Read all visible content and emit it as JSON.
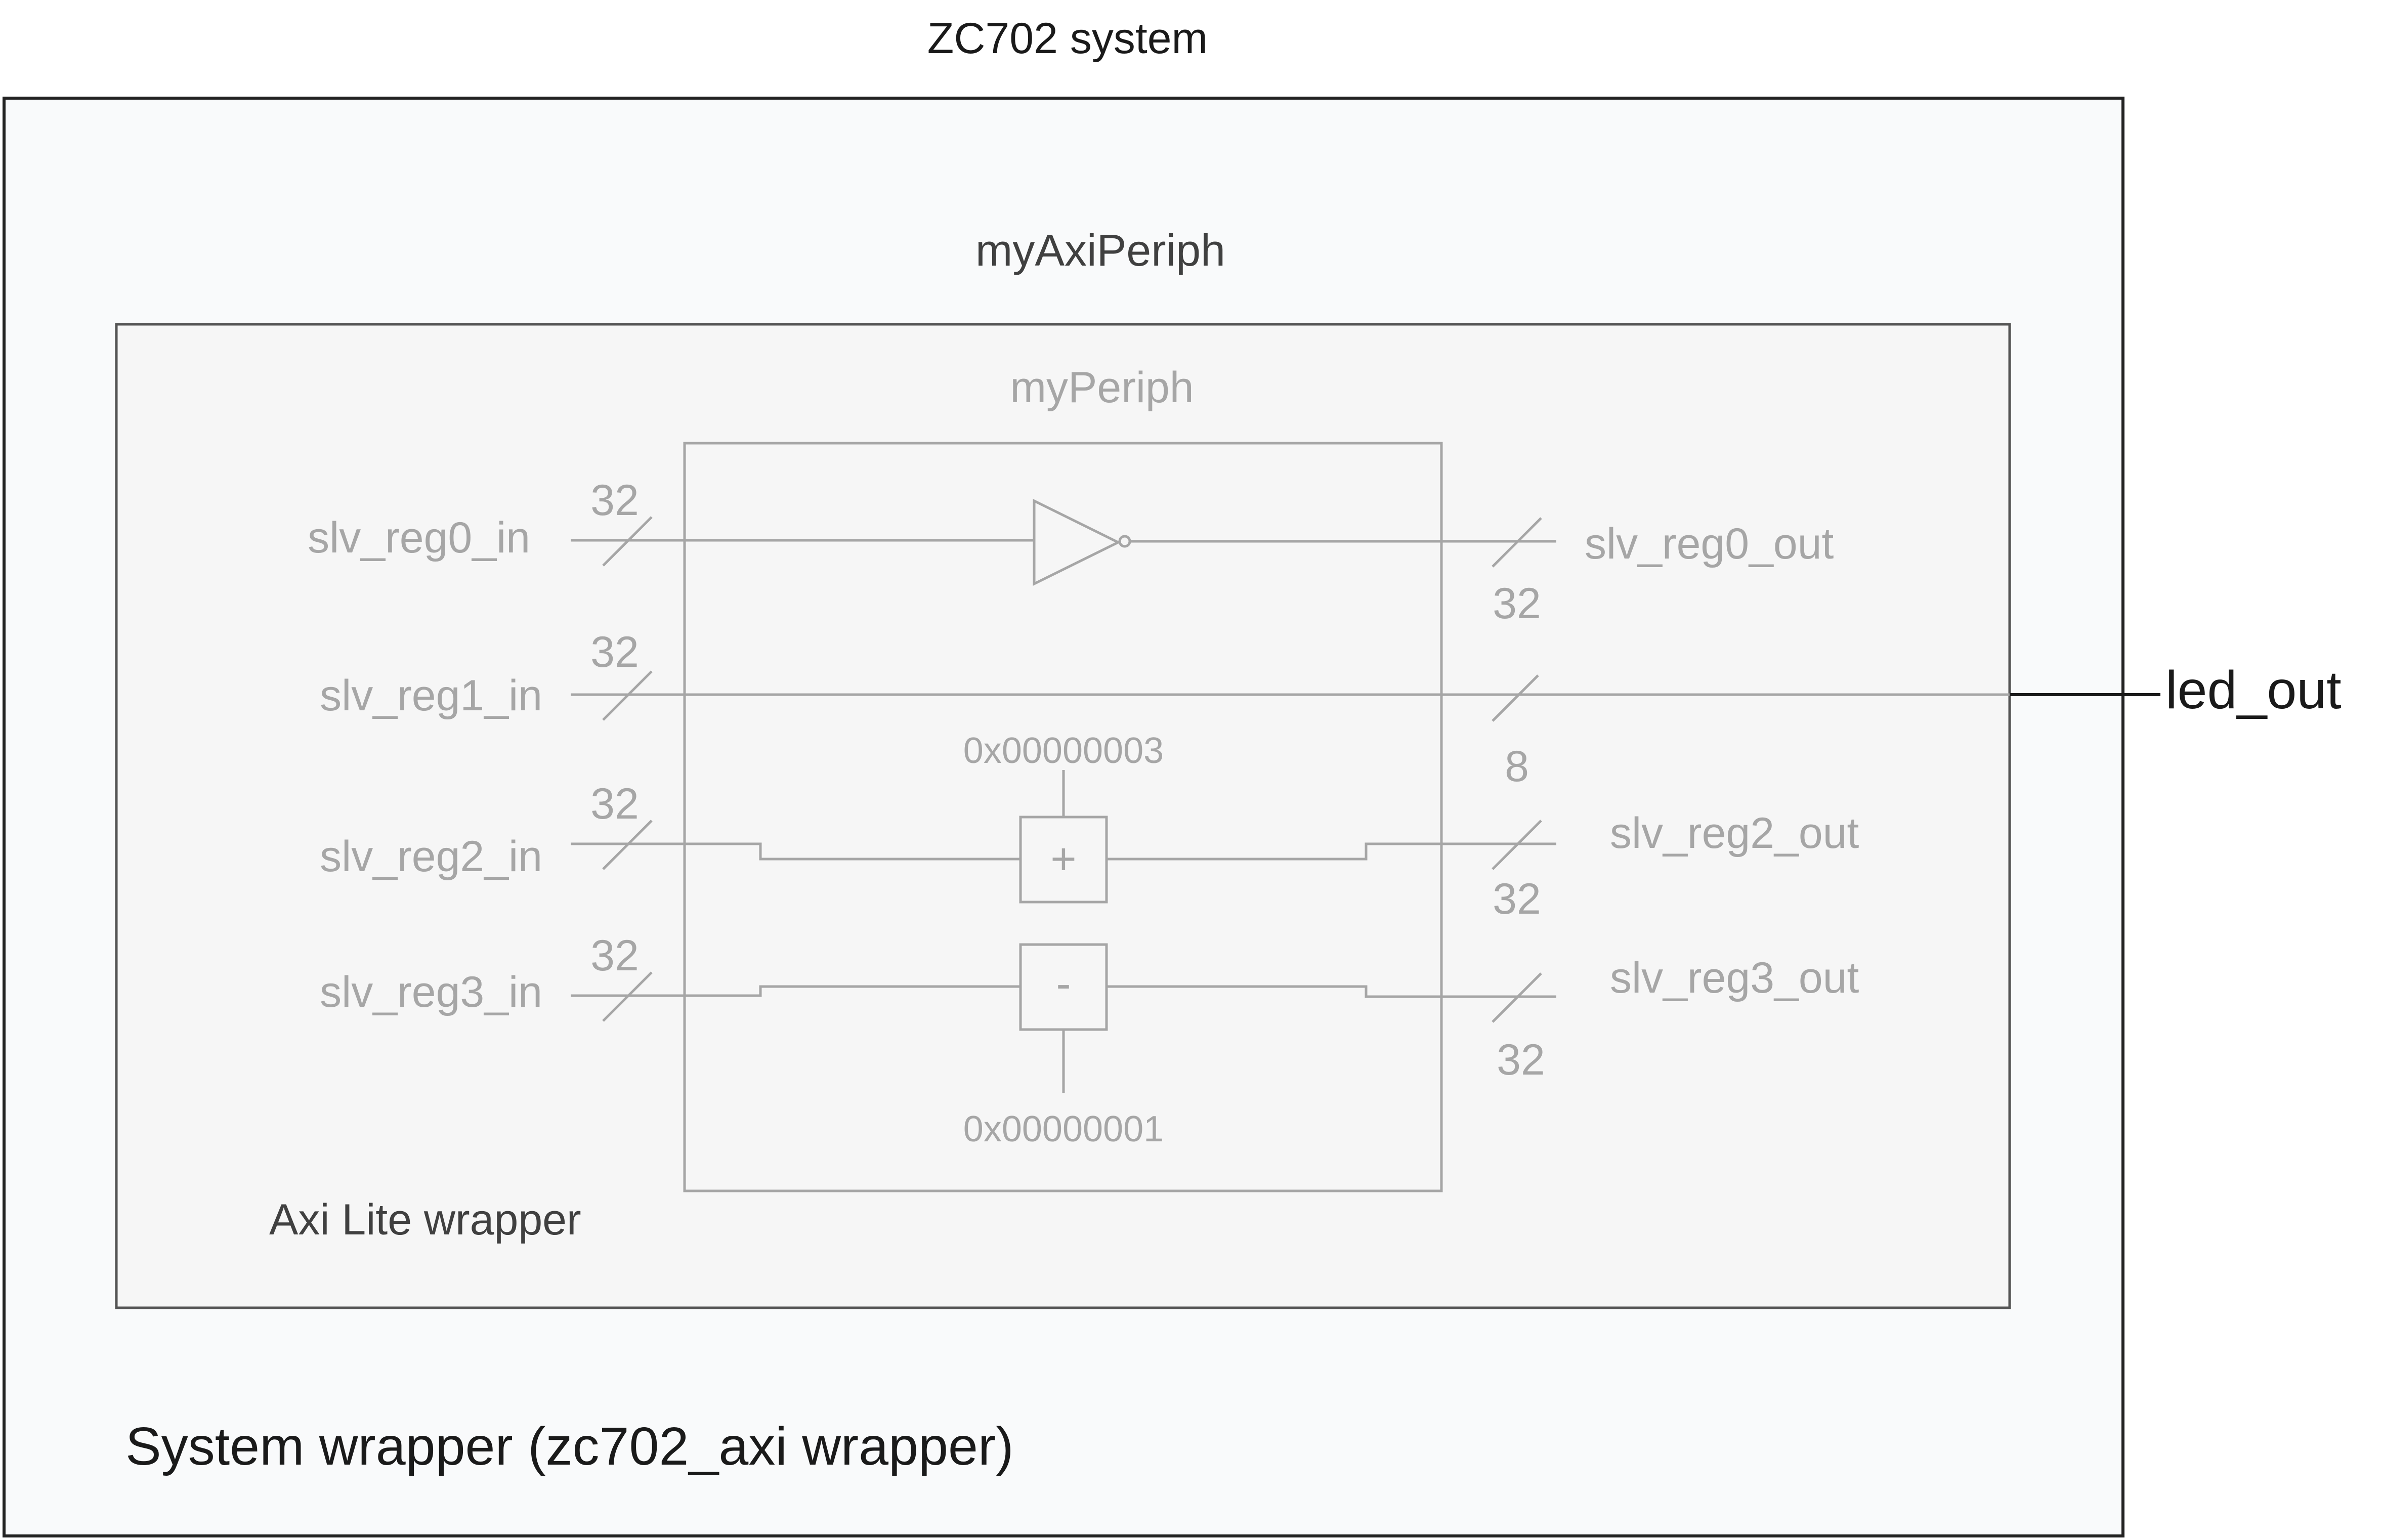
{
  "title": "ZC702 system",
  "system_wrapper": {
    "label": "System wrapper (zc702_axi wrapper)"
  },
  "axi_periph": {
    "title": "myAxiPeriph",
    "wrapper_label": "Axi Lite wrapper"
  },
  "periph": {
    "title": "myPeriph",
    "add_symbol": "+",
    "sub_symbol": "-",
    "add_constant": "0x00000003",
    "sub_constant": "0x00000001"
  },
  "inputs": [
    {
      "name": "slv_reg0_in",
      "width": "32"
    },
    {
      "name": "slv_reg1_in",
      "width": "32"
    },
    {
      "name": "slv_reg2_in",
      "width": "32"
    },
    {
      "name": "slv_reg3_in",
      "width": "32"
    }
  ],
  "outputs": [
    {
      "name": "slv_reg0_out",
      "width": "32"
    },
    {
      "name": "",
      "width": "8"
    },
    {
      "name": "slv_reg2_out",
      "width": "32"
    },
    {
      "name": "slv_reg3_out",
      "width": "32"
    }
  ],
  "external_port": {
    "name": "led_out"
  },
  "colors": {
    "system_bg": "#f9fafb",
    "wrapper_bg": "#f6f6f6",
    "dark": "#1a1a1a",
    "mid": "#404040",
    "faint": "#a6a6a6"
  }
}
